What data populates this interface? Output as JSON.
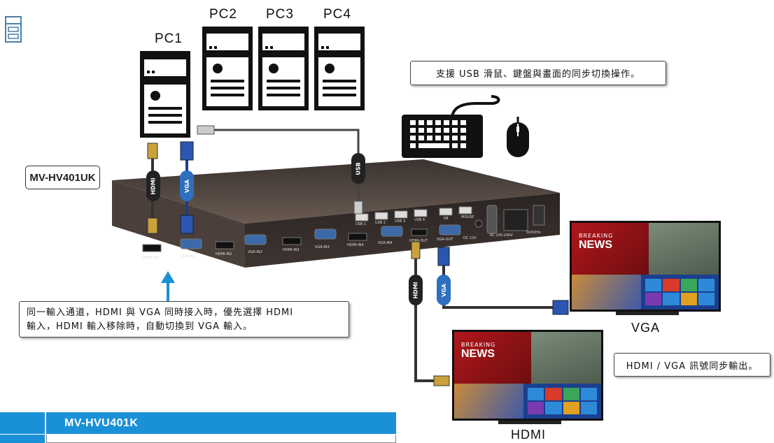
{
  "pcs": [
    "PC1",
    "PC2",
    "PC3",
    "PC4"
  ],
  "model_tag": "MV-HV401UK",
  "callouts": {
    "usb_sync": "支援 USB 滑鼠、鍵盤與畫面的同步切換操作。",
    "priority_line1": "同一輸入通道，HDMI 與 VGA 同時接入時，優先選擇 HDMI",
    "priority_line2": "輸入，HDMI 輸入移除時，自動切換到 VGA 輸入。",
    "output_sync": "HDMI / VGA 訊號同步輸出。"
  },
  "cable_tags": {
    "hdmi": "HDMI",
    "vga": "VGA",
    "usb": "USB"
  },
  "ports": [
    "USB 1",
    "USB 2",
    "USB 3",
    "USB 4",
    "KB",
    "MOUSE",
    "HDMI-IN1",
    "VGA-IN1",
    "HDMI-IN2",
    "VGA-IN2",
    "HDMI-IN3",
    "VGA-IN3",
    "HDMI-IN4",
    "VGA-IN4",
    "HDMI-OUT",
    "VGA-OUT",
    "DC 12V",
    "AC 100-240V",
    "50/60Hz"
  ],
  "monitors": {
    "vga_label": "VGA",
    "hdmi_label": "HDMI",
    "screen_line1": "BREAKING",
    "screen_line2": "NEWS"
  },
  "table": {
    "header": "MV-HVU401K"
  },
  "colors": {
    "accent": "#1a90d6",
    "cable_tag": "#2f6fc0"
  }
}
